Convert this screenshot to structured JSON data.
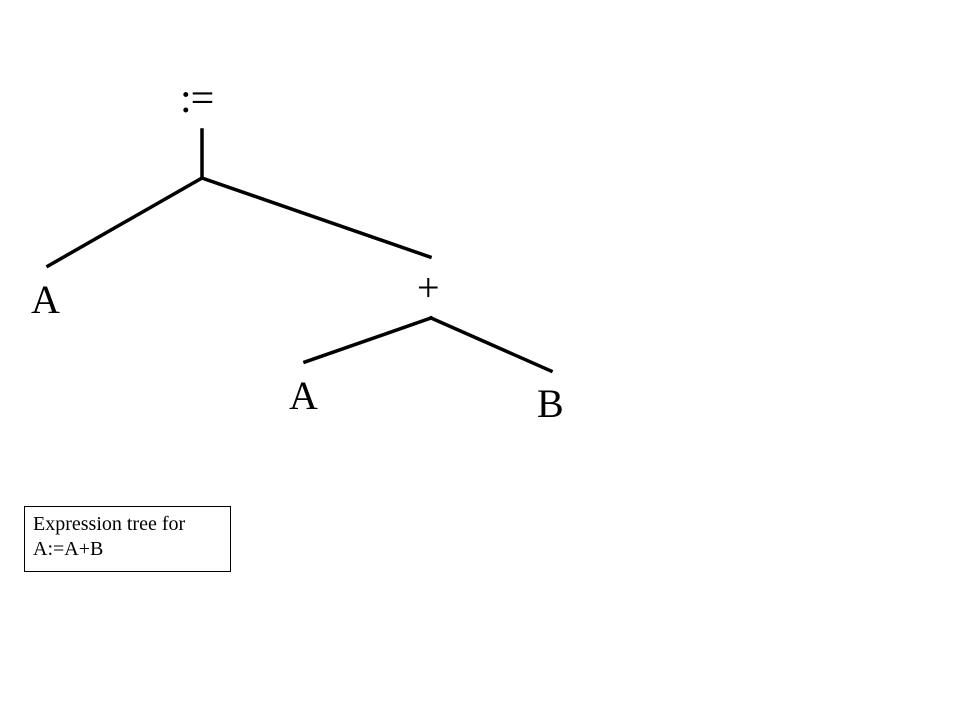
{
  "tree": {
    "root": {
      "label": ":="
    },
    "left": {
      "label": "A"
    },
    "right": {
      "label": "+",
      "left": {
        "label": "A"
      },
      "right": {
        "label": "B"
      }
    }
  },
  "caption": {
    "line1": "Expression tree for",
    "line2": "A:=A+B"
  }
}
